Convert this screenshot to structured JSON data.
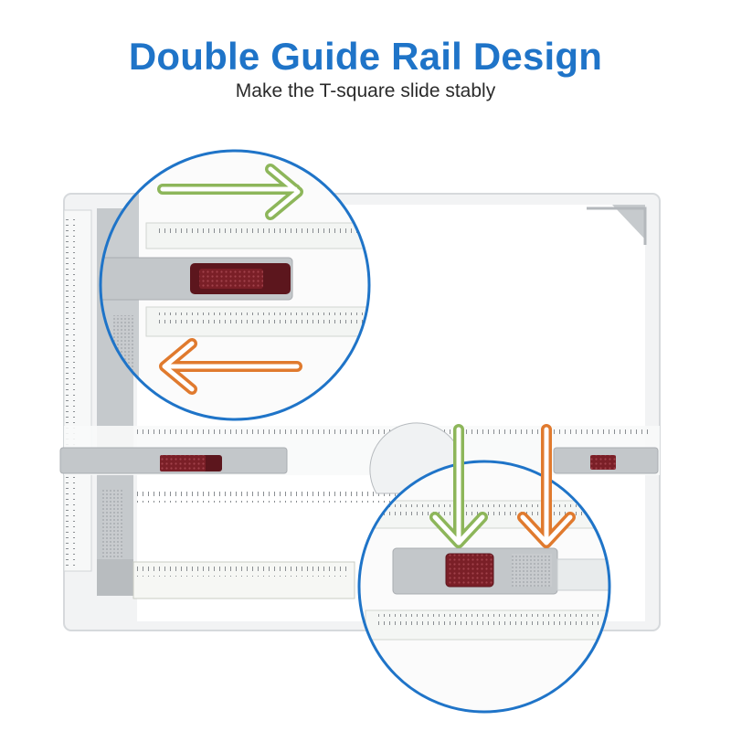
{
  "header": {
    "title": "Double Guide Rail Design",
    "subtitle": "Make the T-square slide stably"
  },
  "colors": {
    "title": "#1f74c8",
    "circle_outline": "#1f74c8",
    "arrow_green": "#8db65a",
    "arrow_orange": "#e07a2e",
    "clamp_red": "#7a1f27",
    "rail_gray": "#c9cdd0",
    "board_white": "#ffffff"
  },
  "illustration": {
    "subject": "drafting board with sliding T-square",
    "top_left_callout": {
      "arrows": [
        "right-arrow-icon",
        "left-arrow-icon"
      ]
    },
    "bottom_right_callout": {
      "arrows": [
        "down-arrow-icon",
        "down-arrow-icon"
      ]
    }
  }
}
